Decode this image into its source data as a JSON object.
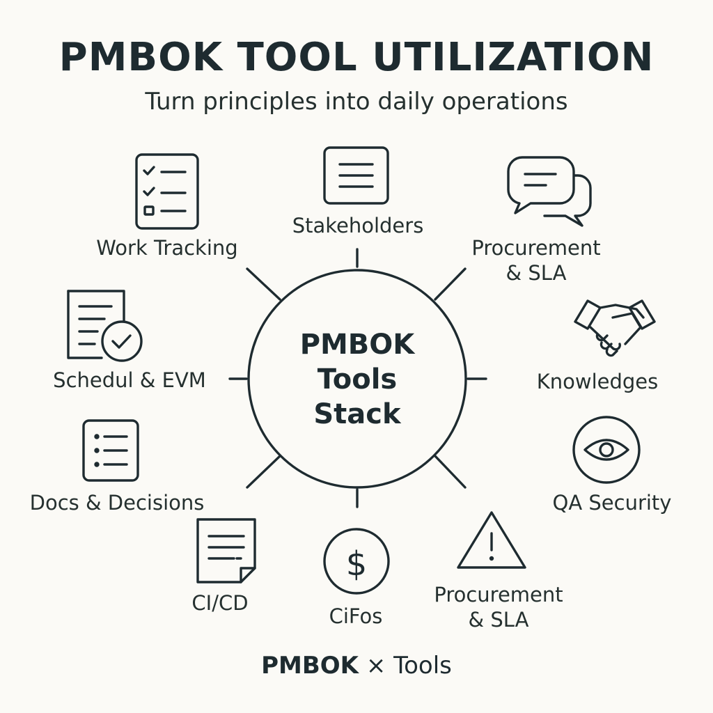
{
  "header": {
    "title": "PMBOK TOOL UTILIZATION",
    "subtitle": "Turn principles into daily operations"
  },
  "center": {
    "line1": "PMBOK",
    "line2": "Tools",
    "line3": "Stack"
  },
  "nodes": [
    {
      "label": "Work Tracking",
      "icon": "checklist-icon"
    },
    {
      "label": "Stakeholders",
      "icon": "document-lines-icon"
    },
    {
      "label_line1": "Procurement",
      "label_line2": "& SLA",
      "icon": "chat-bubbles-icon"
    },
    {
      "label": "Knowledges",
      "icon": "handshake-icon"
    },
    {
      "label": "QA Security",
      "icon": "eye-icon"
    },
    {
      "label_line1": "Procurement",
      "label_line2": "& SLA",
      "icon": "warning-triangle-icon"
    },
    {
      "label": "CiFos",
      "icon": "dollar-coin-icon"
    },
    {
      "label": "CI/CD",
      "icon": "note-page-icon"
    },
    {
      "label": "Docs & Decisions",
      "icon": "bullet-list-icon"
    },
    {
      "label": "Schedul & EVM",
      "icon": "document-check-icon"
    }
  ],
  "footer": {
    "bold": "PMBOK",
    "rest": " × Tools"
  },
  "colors": {
    "background": "#fbfaf6",
    "ink": "#1e2b30"
  }
}
